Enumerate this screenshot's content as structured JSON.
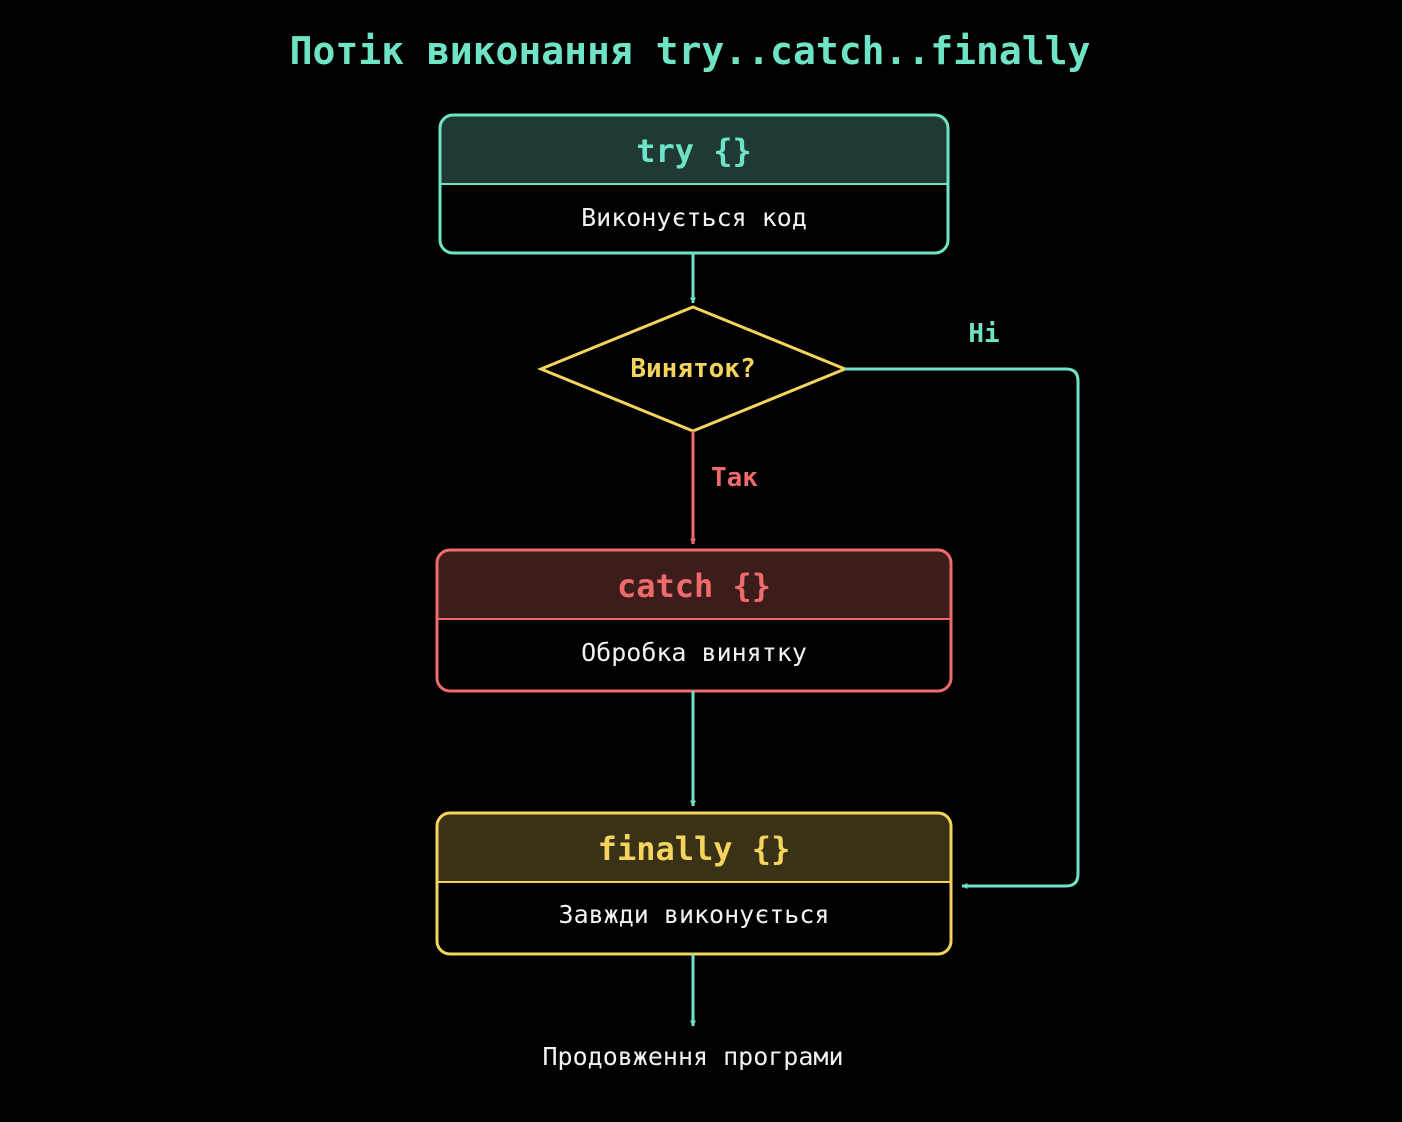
{
  "title": "Потік виконання try..catch..finally",
  "colors": {
    "background": "#000000",
    "teal": "#6fe3c5",
    "red": "#ef6a6a",
    "yellow": "#f4d45c",
    "white": "#f2f2f2",
    "try_fill": "#1f3a34",
    "catch_fill": "#3d1c1c",
    "finally_fill": "#3a3216"
  },
  "nodes": {
    "try": {
      "header": "try {}",
      "body": "Виконується код"
    },
    "decision": {
      "label": "Виняток?"
    },
    "catch": {
      "header": "catch {}",
      "body": "Обробка винятку"
    },
    "finally": {
      "header": "finally {}",
      "body": "Завжди виконується"
    },
    "end": {
      "label": "Продовження програми"
    }
  },
  "edges": {
    "yes_label": "Так",
    "no_label": "Ні"
  }
}
